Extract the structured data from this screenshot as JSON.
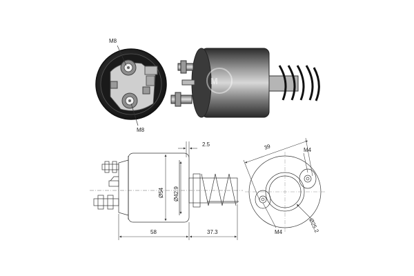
{
  "photo_callouts": {
    "top_terminal": "M8",
    "bottom_terminal": "M8"
  },
  "side_view": {
    "dim_gap": "2.5",
    "dim_body_diameter": "Ø54",
    "dim_bore_diameter": "Ø42.9",
    "dim_body_length": "58",
    "dim_plunger_length": "37.3"
  },
  "end_view": {
    "dim_hole_spacing": "39",
    "dim_top_thread": "M4",
    "dim_bottom_thread": "M4",
    "dim_center_bore": "Ø25.2"
  }
}
